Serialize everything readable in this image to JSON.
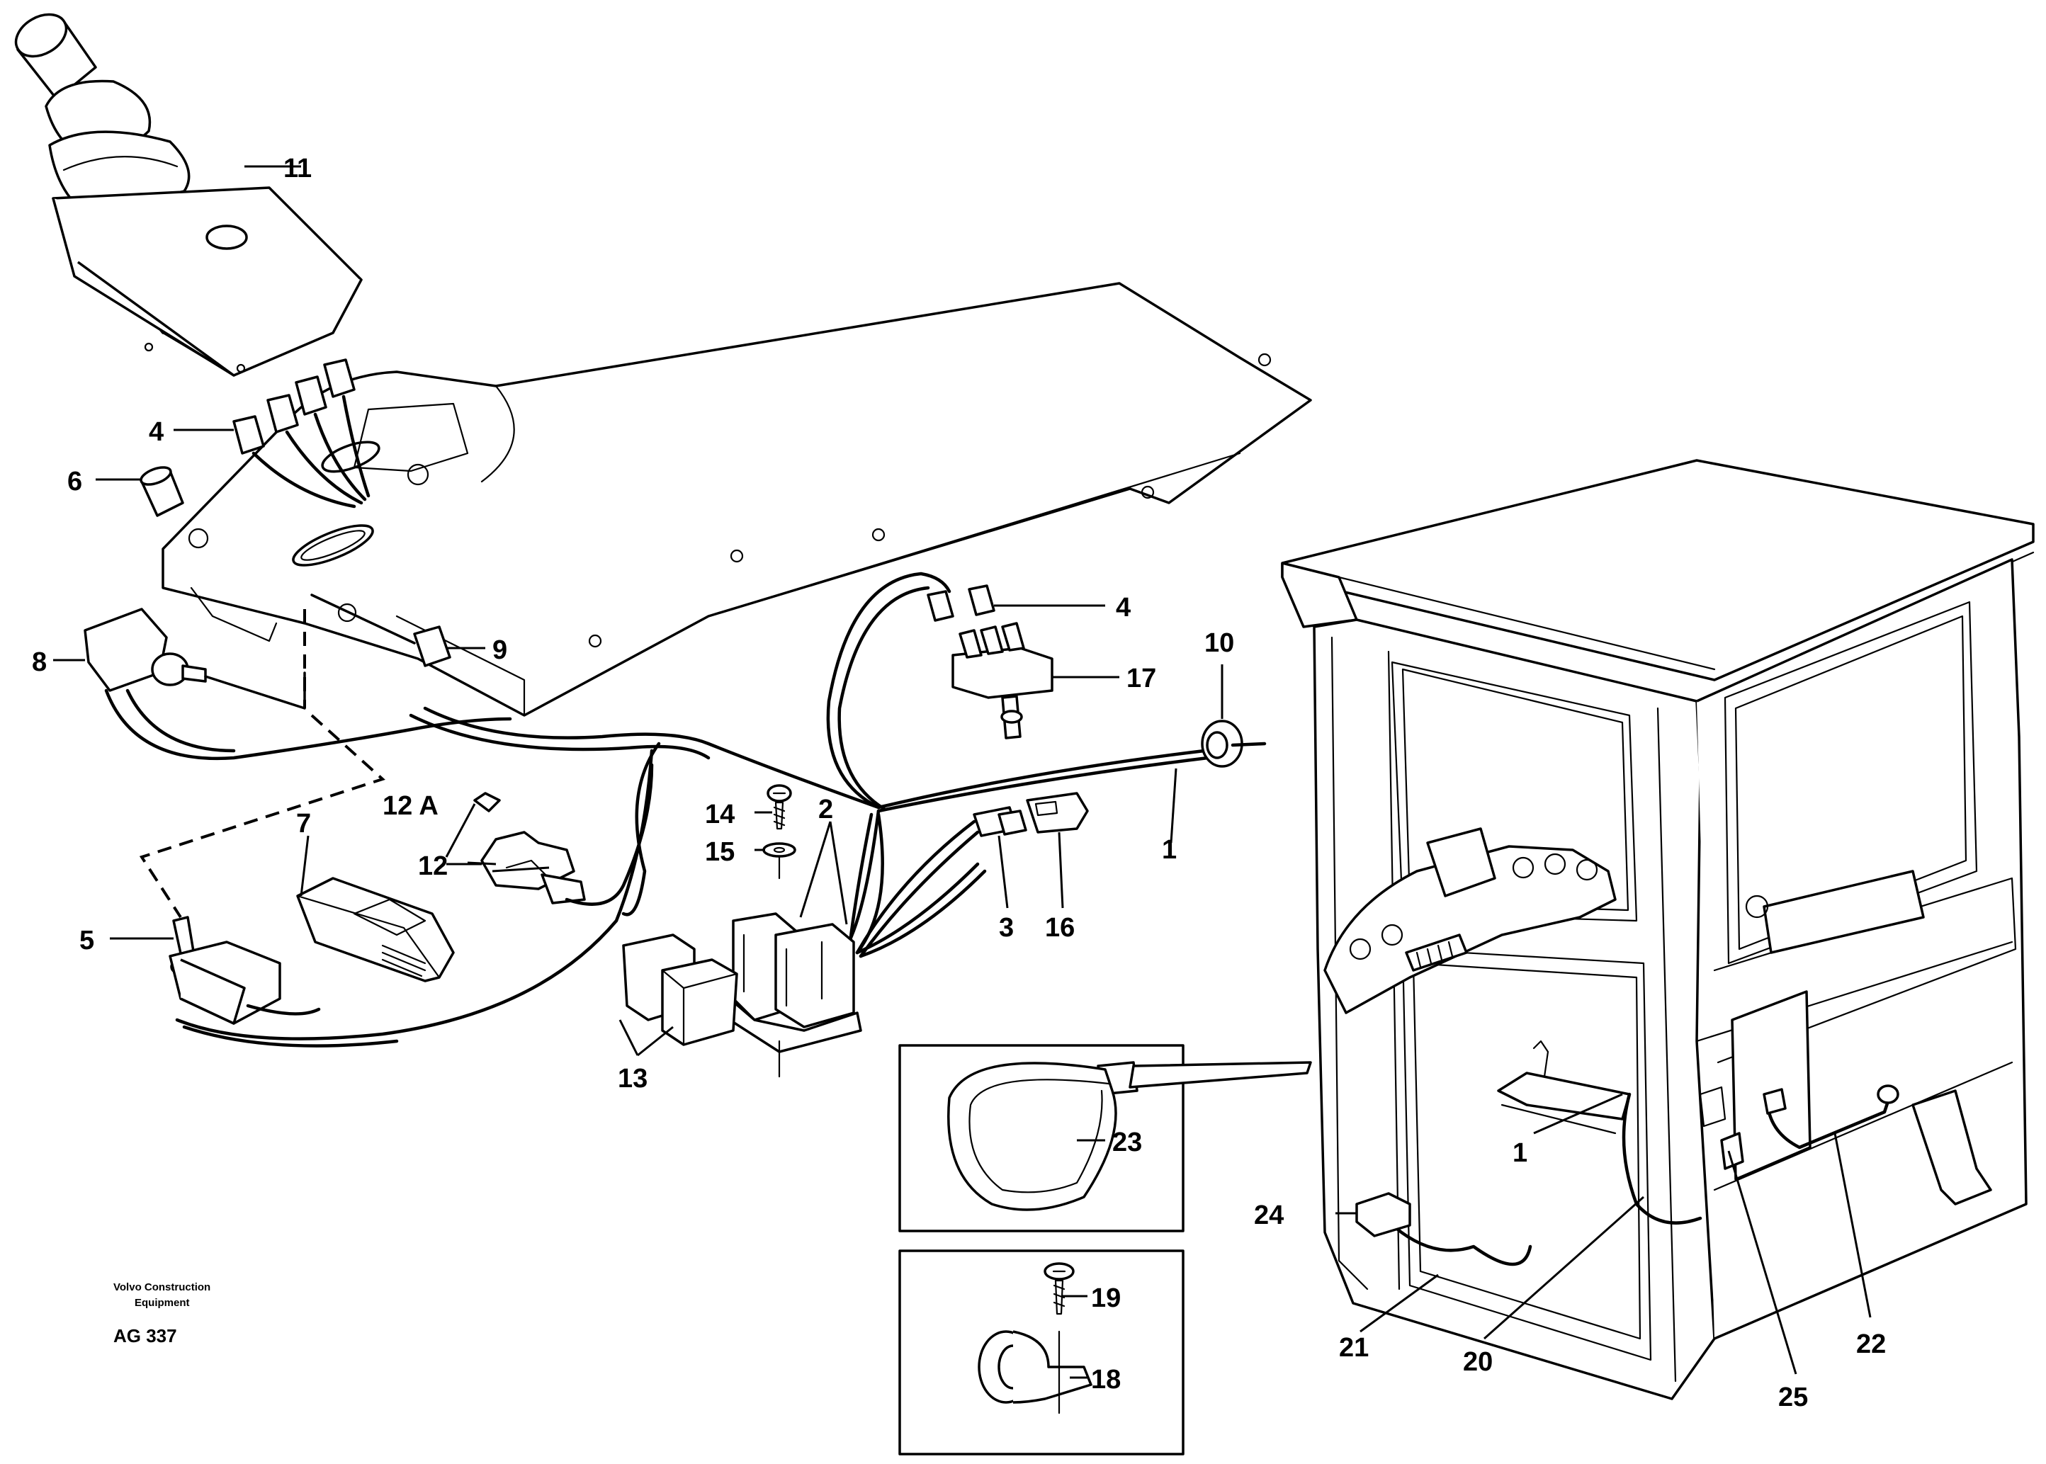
{
  "labels": {
    "l11": "11",
    "l4a": "4",
    "l6": "6",
    "l8": "8",
    "l9": "9",
    "l4b": "4",
    "l10": "10",
    "l17": "17",
    "l12a": "12 A",
    "l12": "12",
    "l7": "7",
    "l5": "5",
    "l14": "14",
    "l15": "15",
    "l2": "2",
    "l1a": "1",
    "l3": "3",
    "l16": "16",
    "l13": "13",
    "l23": "23",
    "l19": "19",
    "l18": "18",
    "l1b": "1",
    "l24": "24",
    "l21": "21",
    "l20": "20",
    "l25": "25",
    "l22": "22"
  },
  "credit": {
    "line1": "Volvo Construction",
    "line2": "Equipment"
  },
  "figure_code": "AG 337"
}
